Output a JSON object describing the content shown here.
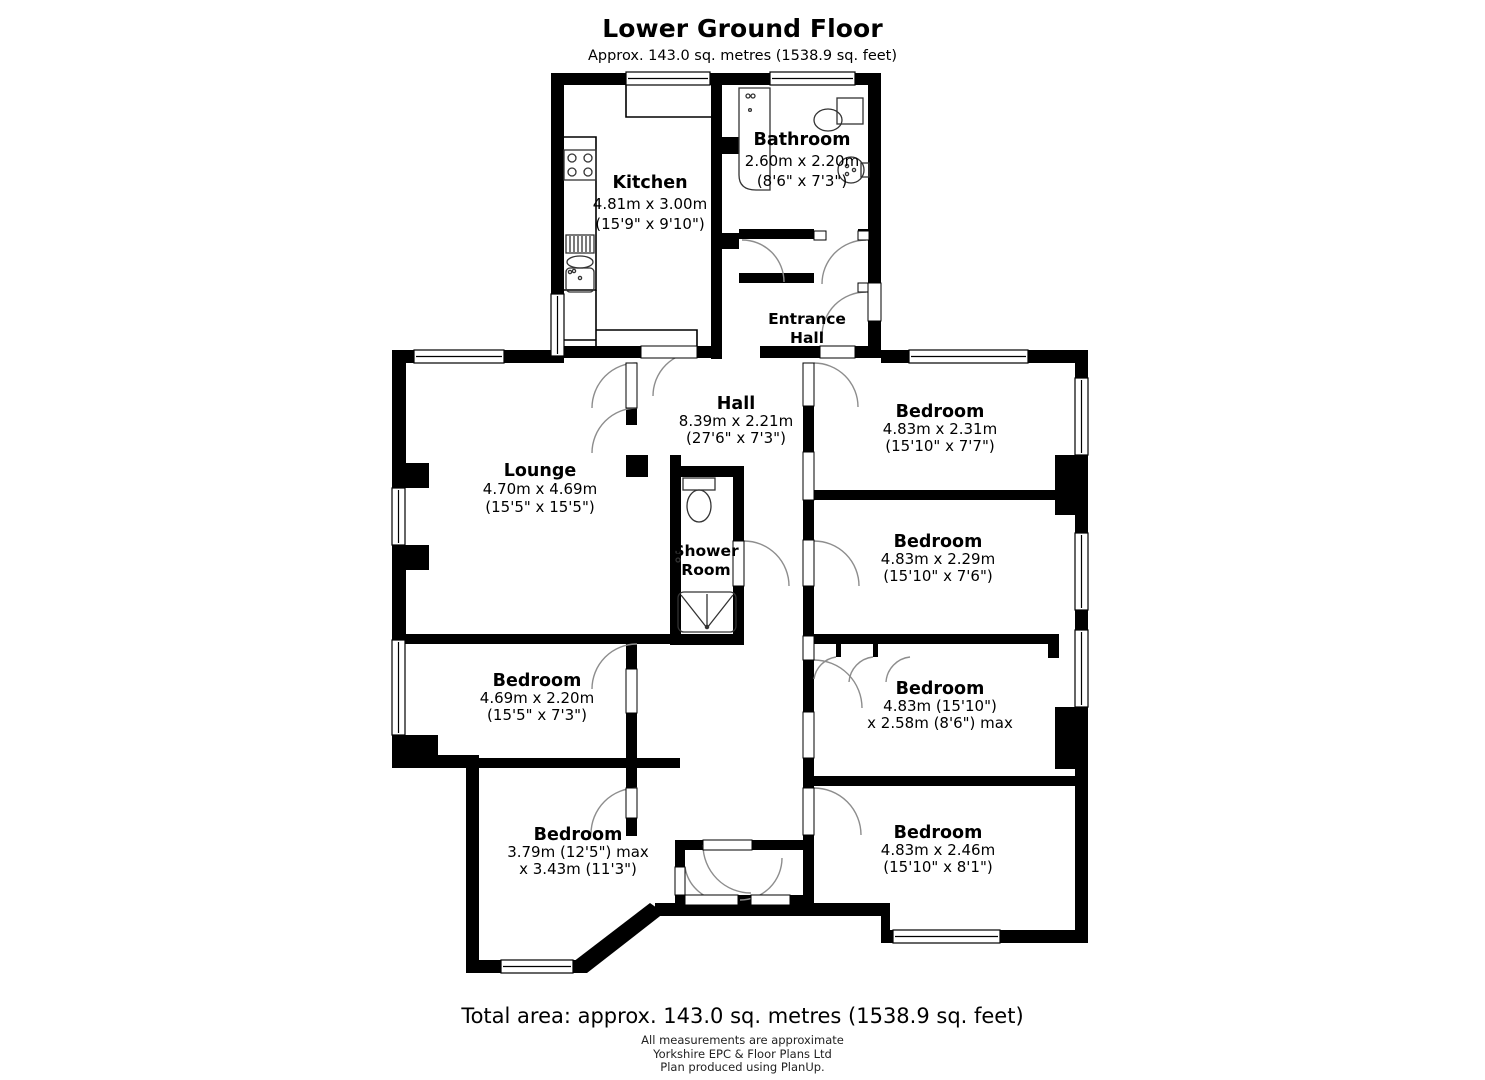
{
  "header": {
    "title": "Lower Ground Floor",
    "subtitle": "Approx. 143.0 sq. metres (1538.9 sq. feet)"
  },
  "footer": {
    "total": "Total area: approx. 143.0 sq. metres (1538.9 sq. feet)",
    "note_1": "All measurements are approximate",
    "note_2": "Yorkshire EPC & Floor Plans  Ltd",
    "note_3": "Plan produced using PlanUp."
  },
  "colors": {
    "wall": "#000000",
    "background": "#ffffff",
    "fixture_stroke": "#555555",
    "window_fill": "#f2f2f2",
    "door_arc": "#9a9a9a"
  },
  "rooms": [
    {
      "id": "kitchen",
      "name": "Kitchen",
      "dim_metric": "4.81m x 3.00m",
      "dim_imperial": "(15'9\" x 9'10\")"
    },
    {
      "id": "bathroom",
      "name": "Bathroom",
      "dim_metric": "2.60m x 2.20m",
      "dim_imperial": "(8'6\" x 7'3\")"
    },
    {
      "id": "entrance-hall",
      "name_line_1": "Entrance",
      "name_line_2": "Hall"
    },
    {
      "id": "hall",
      "name": "Hall",
      "dim_metric": "8.39m x 2.21m",
      "dim_imperial": "(27'6\" x 7'3\")"
    },
    {
      "id": "lounge",
      "name": "Lounge",
      "dim_metric": "4.70m x 4.69m",
      "dim_imperial": "(15'5\" x 15'5\")"
    },
    {
      "id": "shower-room",
      "name_line_1": "Shower",
      "name_line_2": "Room"
    },
    {
      "id": "bedroom-1",
      "name": "Bedroom",
      "dim_metric": "4.83m x 2.31m",
      "dim_imperial": "(15'10\" x 7'7\")"
    },
    {
      "id": "bedroom-2",
      "name": "Bedroom",
      "dim_metric": "4.83m x 2.29m",
      "dim_imperial": "(15'10\" x 7'6\")"
    },
    {
      "id": "bedroom-3",
      "name": "Bedroom",
      "dim_metric": "4.69m x 2.20m",
      "dim_imperial": "(15'5\" x 7'3\")"
    },
    {
      "id": "bedroom-4",
      "name": "Bedroom",
      "dim_metric": "4.83m (15'10\")",
      "dim_imperial": "x 2.58m (8'6\") max"
    },
    {
      "id": "bedroom-5",
      "name": "Bedroom",
      "dim_metric": "3.79m (12'5\") max",
      "dim_imperial": "x 3.43m (11'3\")"
    },
    {
      "id": "bedroom-6",
      "name": "Bedroom",
      "dim_metric": "4.83m x 2.46m",
      "dim_imperial": "(15'10\" x 8'1\")"
    }
  ],
  "fixtures": [
    {
      "id": "kitchen-hob",
      "name": "hob-icon"
    },
    {
      "id": "kitchen-sink",
      "name": "sink-icon"
    },
    {
      "id": "kitchen-drainer",
      "name": "drainer-icon"
    },
    {
      "id": "bathroom-bath",
      "name": "bath-icon"
    },
    {
      "id": "bathroom-wc",
      "name": "toilet-icon"
    },
    {
      "id": "bathroom-basin",
      "name": "basin-icon"
    },
    {
      "id": "shower-wc",
      "name": "toilet-icon"
    },
    {
      "id": "shower-tray",
      "name": "shower-tray-icon"
    }
  ]
}
